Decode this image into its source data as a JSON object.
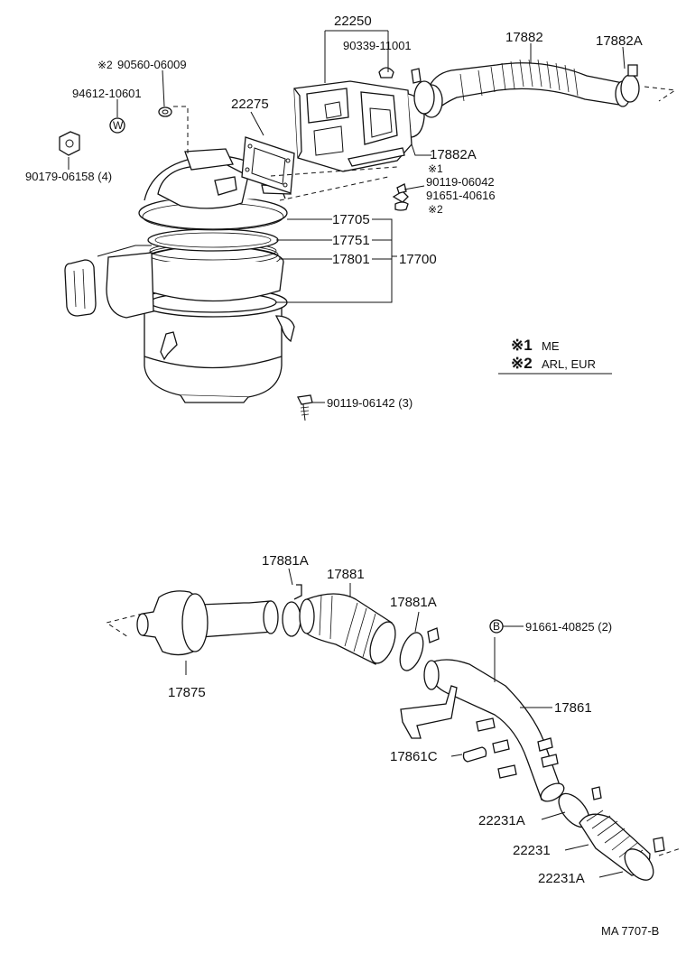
{
  "labels": {
    "p22250": "22250",
    "p90339": "90339-11001",
    "p17882": "17882",
    "p17882A_top": "17882A",
    "p90560": "90560-06009",
    "p90560_mark": "※2",
    "p94612": "94612-10601",
    "p22275": "22275",
    "p90179": "90179-06158 (4)",
    "p17882A_mid": "17882A",
    "mark1": "※1",
    "p90119_06042": "90119-06042",
    "p91651": "91651-40616",
    "mark2": "※2",
    "p17705": "17705",
    "p17751": "17751",
    "p17801": "17801",
    "p17700": "17700",
    "p90119_06142": "90119-06142 (3)",
    "p17881A_left": "17881A",
    "p17881": "17881",
    "p17881A_right": "17881A",
    "p91661": "91661-40825 (2)",
    "p17875": "17875",
    "p17861": "17861",
    "p17861C": "17861C",
    "p22231A_top": "22231A",
    "p22231": "22231",
    "p22231A_bottom": "22231A",
    "code": "MA 7707-B"
  },
  "symbols": {
    "washer": "W",
    "bolt": "B"
  },
  "legend": {
    "row1_mark": "※1",
    "row1_text": "ME",
    "row2_mark": "※2",
    "row2_text": "ARL, EUR"
  }
}
